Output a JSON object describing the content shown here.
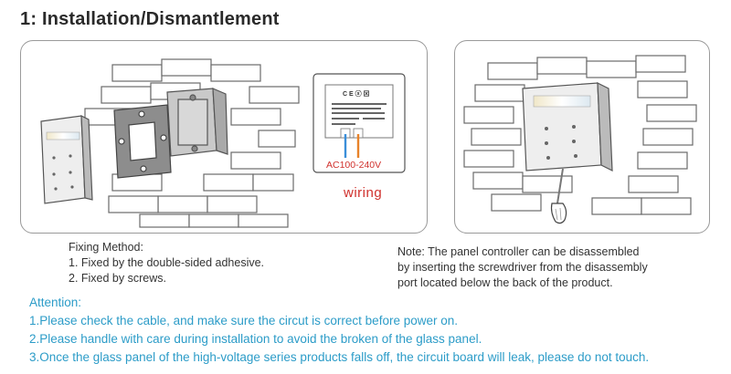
{
  "title": "1: Installation/Dismantlement",
  "wiring_box": {
    "voltage": "AC100-240V",
    "label": "wiring"
  },
  "fixing": {
    "heading": "Fixing Method:",
    "items": [
      "1. Fixed by the double-sided adhesive.",
      "2. Fixed by screws."
    ]
  },
  "note": {
    "lines": [
      "Note: The panel controller can be disassembled",
      "by inserting the screwdriver from the disassembly",
      "port located below the back of the product."
    ]
  },
  "attention": {
    "heading": "Attention:",
    "items": [
      "1.Please check the cable, and make sure the circut is correct before power on.",
      "2.Please handle with care during installation to avoid the broken of the glass panel.",
      "3.Once the glass panel of the high-voltage series products falls off, the circuit board will leak, please do not touch."
    ]
  },
  "colors": {
    "accent": "#2c9cc8",
    "wiring_red": "#d0312d",
    "wire_blue": "#3b8fd9",
    "wire_orange": "#e8832a"
  }
}
